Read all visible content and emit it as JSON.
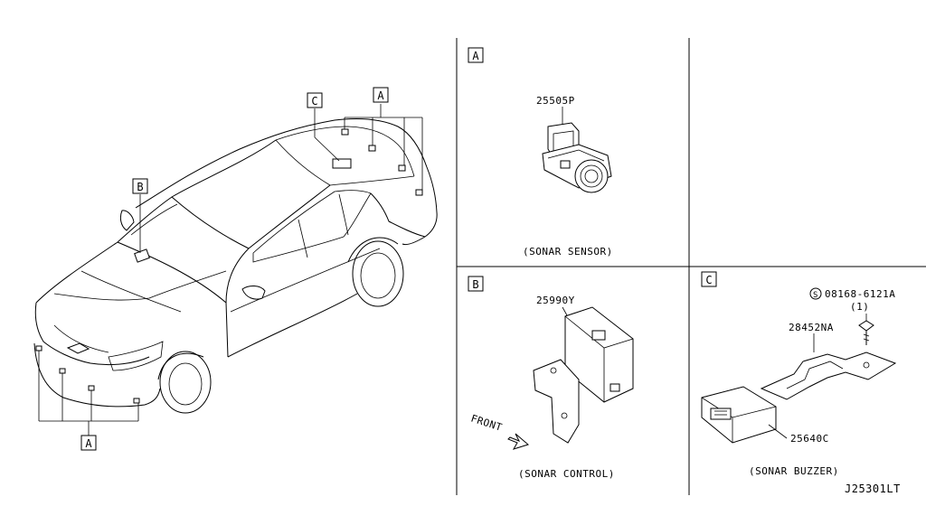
{
  "callouts": {
    "main_c": "C",
    "main_a_top": "A",
    "main_b": "B",
    "main_a_bottom": "A",
    "panel_a": "A",
    "panel_b": "B",
    "panel_c": "C"
  },
  "panel_a": {
    "part_number": "25505P",
    "caption": "(SONAR SENSOR)"
  },
  "panel_b": {
    "part_number": "25990Y",
    "front_label": "FRONT",
    "caption": "(SONAR CONTROL)"
  },
  "panel_c": {
    "screw_symbol": "S",
    "screw_part_number": "08168-6121A",
    "screw_qty": "(1)",
    "bracket_part_number": "28452NA",
    "buzzer_part_number": "25640C",
    "caption": "(SONAR BUZZER)"
  },
  "diagram_code": "J25301LT"
}
